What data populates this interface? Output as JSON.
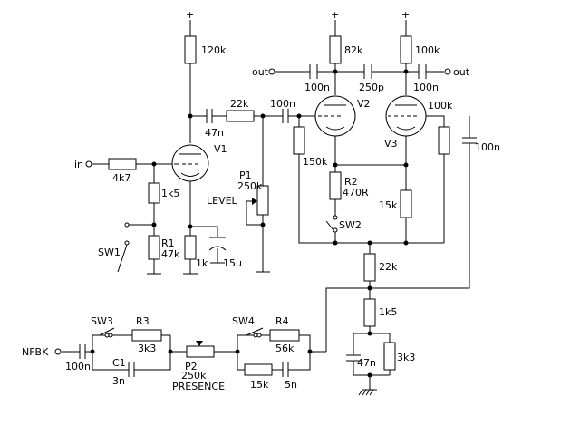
{
  "labels": {
    "plus": "+",
    "r120k": "120k",
    "r82k": "82k",
    "r100k_top": "100k",
    "out_left": "out",
    "out_right": "out",
    "c100n_1": "100n",
    "c250p": "250p",
    "c100n_2": "100n",
    "c47n_1": "47n",
    "r22k_1": "22k",
    "c100n_3": "100n",
    "r100k_anode": "100k",
    "v2": "V2",
    "v1": "V1",
    "v3": "V3",
    "in": "in",
    "r4k7": "4k7",
    "r150k": "150k",
    "c100n_fb": "100n",
    "p1": "P1",
    "p1_val": "250k",
    "level": "LEVEL",
    "r2": "R2",
    "r2_val": "470R",
    "r1k5_1": "1k5",
    "r15k_1": "15k",
    "sw2": "SW2",
    "sw1": "SW1",
    "r1": "R1",
    "r1_val": "47k",
    "r1k": "1k",
    "c15u": "15u",
    "r22k_2": "22k",
    "r1k5_2": "1k5",
    "sw3": "SW3",
    "r3": "R3",
    "r3_val": "3k3",
    "sw4": "SW4",
    "r4": "R4",
    "r4_val": "56k",
    "nfbk": "NFBK",
    "c100n_nf": "100n",
    "c1": "C1",
    "c3n": "3n",
    "p2": "P2",
    "p2_val": "250k",
    "presence": "PRESENCE",
    "r15k_2": "15k",
    "c5n": "5n",
    "c47n_2": "47n",
    "r3k3_2": "3k3"
  }
}
